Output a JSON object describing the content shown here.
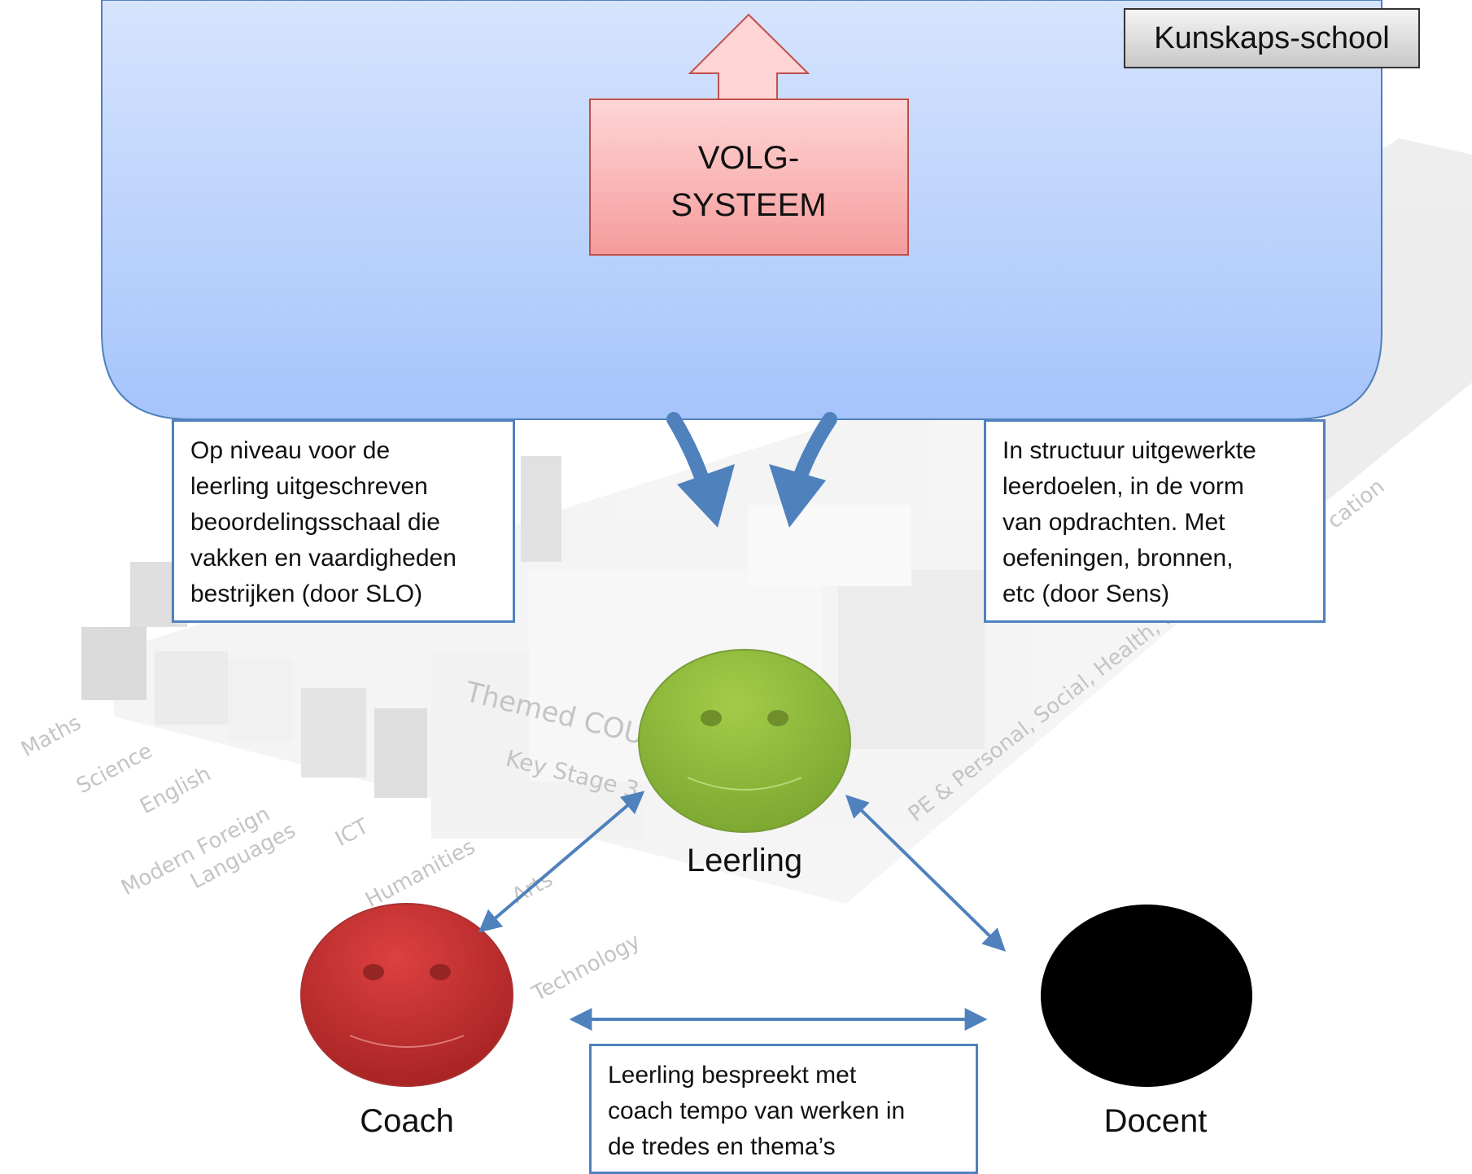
{
  "header": {
    "school_label": "Kunskaps-school"
  },
  "system": {
    "line1": "VOLG-",
    "line2": "SYSTEEM"
  },
  "notes": {
    "left": [
      "Op niveau voor de",
      "leerling uitgeschreven",
      "beoordelingsschaal die",
      "vakken en vaardigheden",
      "bestrijken (door SLO)"
    ],
    "right": [
      "In structuur uitgewerkte",
      "leerdoelen, in de vorm",
      "van opdrachten. Met",
      "oefeningen, bronnen,",
      "etc (door Sens)"
    ],
    "bottom": [
      "Leerling bespreekt met",
      "coach tempo van werken in",
      "de tredes en thema’s"
    ]
  },
  "actors": {
    "leerling": "Leerling",
    "coach": "Coach",
    "docent": "Docent"
  },
  "background": {
    "subjects": [
      "Maths",
      "Science",
      "English",
      "Modern Foreign",
      "Languages",
      "ICT",
      "Humanities",
      "Arts",
      "Technology"
    ],
    "themed": "Themed COUR",
    "stage": "Key Stage 3",
    "pe": "PE & Personal, Social, Health, E",
    "edu": "cation"
  },
  "colors": {
    "panel_top": "#d6e4fd",
    "panel_bottom": "#a9c6fc",
    "panel_border": "#4f81bd",
    "system_box": "#f9a8a8",
    "leerling_face": "#8fbc3a",
    "coach_face": "#c62f2f",
    "docent_face": "#000000",
    "arrow": "#4f81bd"
  }
}
